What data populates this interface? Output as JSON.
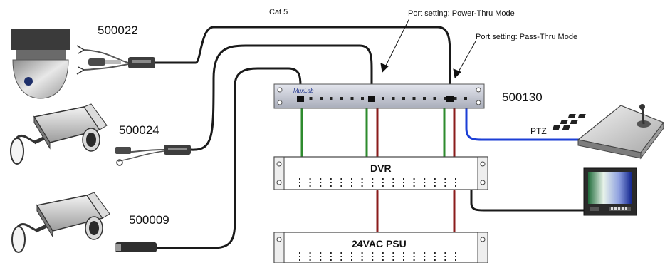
{
  "labels": {
    "cat5": "Cat 5",
    "port_power_thru": "Port setting: Power-Thru Mode",
    "port_pass_thru": "Port setting: Pass-Thru Mode",
    "ptz": "PTZ"
  },
  "devices": {
    "dome_camera_part": "500022",
    "box_camera_1_part": "500024",
    "box_camera_2_part": "500009",
    "patch_panel_part": "500130",
    "patch_panel_brand": "MuxLab",
    "dvr": "DVR",
    "psu": "24VAC PSU"
  },
  "colors": {
    "cat5_cable": "#1a1a1a",
    "video_link": "#2e8b2e",
    "power_link": "#8b1c1c",
    "ptz_link": "#1c3fd6",
    "patch_panel": "#c9ccd6"
  },
  "icons": [
    "dome-camera-icon",
    "box-camera-icon",
    "ptz-keyboard-icon",
    "monitor-icon"
  ]
}
